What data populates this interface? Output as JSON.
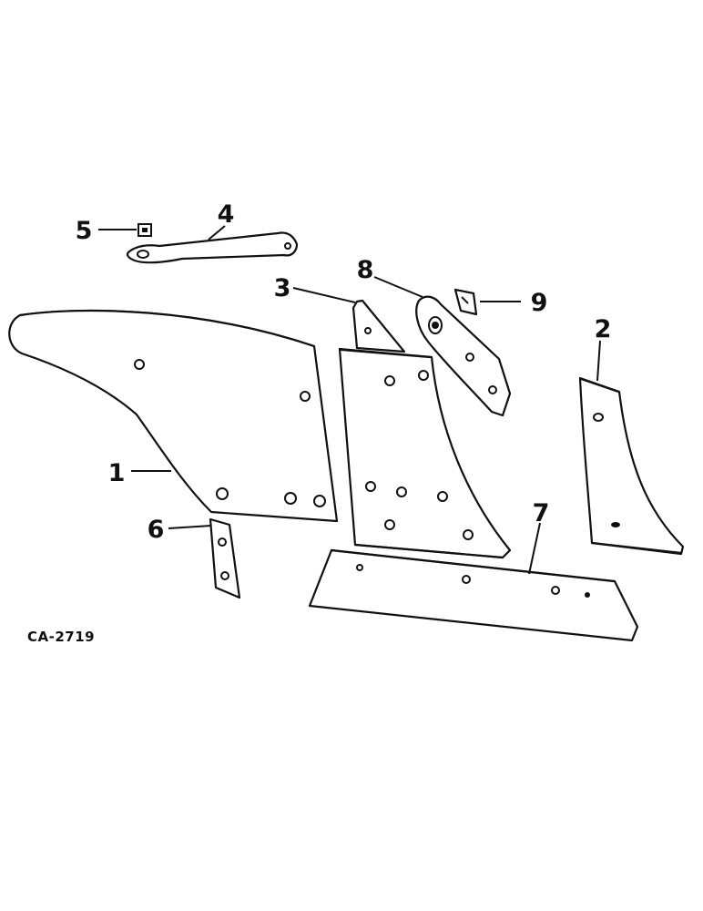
{
  "diagram": {
    "figure_code": "CA-2719",
    "callouts": [
      {
        "id": "1",
        "text": "1"
      },
      {
        "id": "2",
        "text": "2"
      },
      {
        "id": "3",
        "text": "3"
      },
      {
        "id": "4",
        "text": "4"
      },
      {
        "id": "5",
        "text": "5"
      },
      {
        "id": "6",
        "text": "6"
      },
      {
        "id": "7",
        "text": "7"
      },
      {
        "id": "8",
        "text": "8"
      },
      {
        "id": "9",
        "text": "9"
      }
    ]
  }
}
